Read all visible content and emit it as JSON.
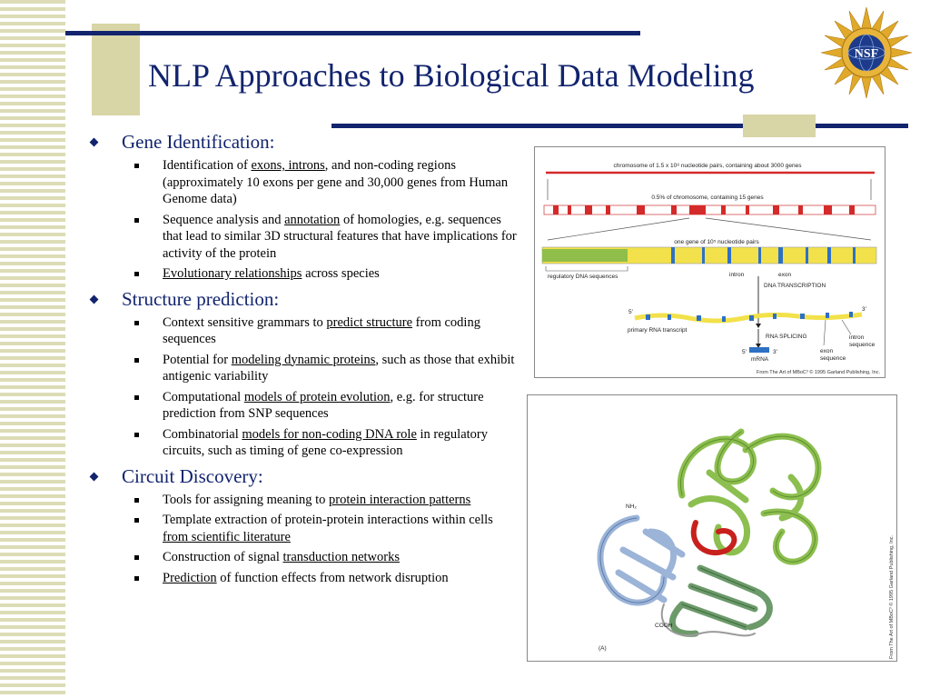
{
  "slide": {
    "title": "NLP Approaches to Biological Data Modeling",
    "logo_text": "NSF"
  },
  "sections": [
    {
      "heading": "Gene Identification:",
      "items": [
        {
          "pre": "Identification of ",
          "link": "exons, introns",
          "post": ", and non-coding regions (approximately 10 exons per gene and 30,000 genes from Human Genome data)"
        },
        {
          "pre": "Sequence analysis and ",
          "link": "annotation",
          "post": " of homologies, e.g. sequences that lead to similar 3D structural features that have implications for activity of the protein"
        },
        {
          "pre": "",
          "link": "Evolutionary relationships",
          "post": " across species"
        }
      ]
    },
    {
      "heading": "Structure prediction:",
      "items": [
        {
          "pre": "Context sensitive grammars to ",
          "link": "predict structure",
          "post": " from coding sequences"
        },
        {
          "pre": "Potential for ",
          "link": "modeling dynamic proteins",
          "post": ", such as those that exhibit antigenic variability"
        },
        {
          "pre": "Computational ",
          "link": "models of protein evolution",
          "post": ", e.g. for structure prediction from SNP sequences"
        },
        {
          "pre": "Combinatorial ",
          "link": "models for non-coding DNA role",
          "post": " in regulatory circuits, such as timing of gene co-expression"
        }
      ]
    },
    {
      "heading": "Circuit Discovery:",
      "items": [
        {
          "pre": "Tools for assigning meaning to ",
          "link": "protein interaction patterns",
          "post": ""
        },
        {
          "pre": "Template extraction of protein-protein interactions within cells ",
          "link": "from scientific literature",
          "post": ""
        },
        {
          "pre": "Construction of signal ",
          "link": "transduction networks",
          "post": ""
        },
        {
          "pre": "",
          "link": "Prediction",
          "post": " of function effects from network disruption"
        }
      ]
    }
  ],
  "figure1": {
    "chromosome_label": "chromosome of 1.5 x 10⁸ nucleotide pairs, containing about 3000 genes",
    "segment_label": "0.5% of chromosome, containing 15 genes",
    "gene_label": "one gene of 10⁵ nucleotide pairs",
    "regulatory_label": "regulatory DNA sequences",
    "intron_label": "intron",
    "exon_label": "exon",
    "transcription_label": "DNA TRANSCRIPTION",
    "five_prime_1": "5'",
    "three_prime_1": "3'",
    "primary_rna_label": "primary RNA transcript",
    "splicing_label": "RNA SPLICING",
    "five_prime_2": "5'",
    "three_prime_2": "3'",
    "mrna_label": "mRNA",
    "intron_seq_label_1": "intron",
    "intron_seq_label_2": "sequence",
    "exon_seq_label_1": "exon",
    "exon_seq_label_2": "sequence",
    "credit": "From The Art of MBoC³ © 1995 Garland Publishing, Inc."
  },
  "figure2": {
    "nh2_label": "NH₂",
    "cooh_label": "COOH",
    "panel_label": "(A)",
    "credit": "From The Art of MBoC³ © 1995 Garland Publishing, Inc."
  },
  "colors": {
    "navy": "#12246e",
    "khaki": "#d8d5a6",
    "chromosome_red": "#d42a2a",
    "gene_yellow": "#f2e14a",
    "gene_green": "#8fbe4a",
    "exon_blue": "#2e70c4"
  }
}
